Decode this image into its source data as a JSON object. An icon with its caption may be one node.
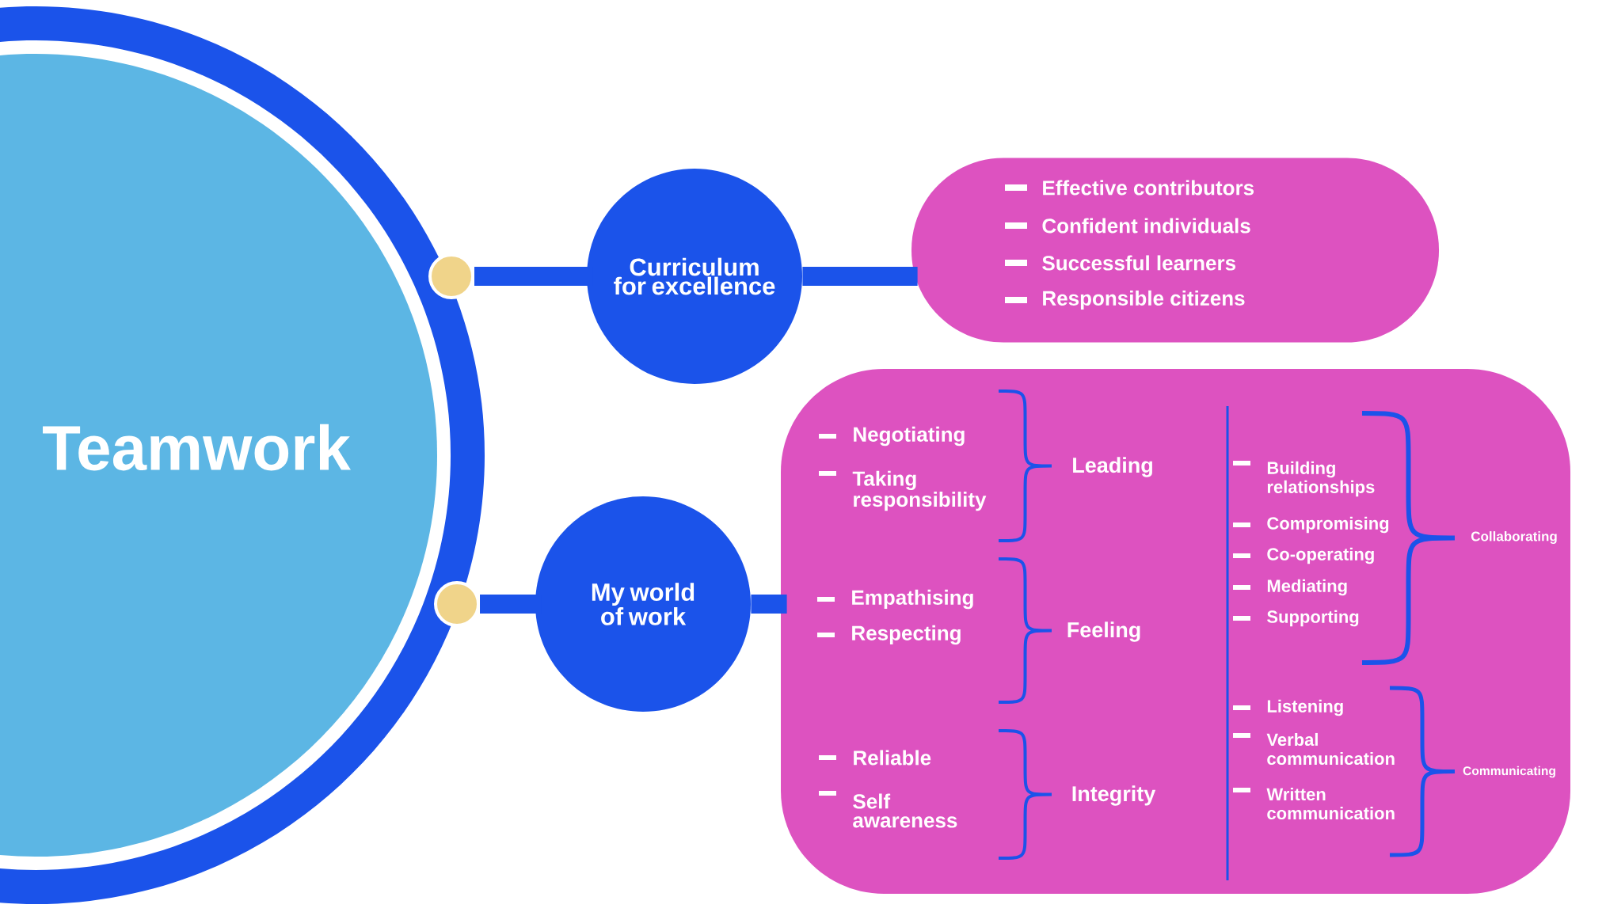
{
  "diagram": {
    "nodes": [
      {
        "text": [
          "Teamwork"
        ]
      },
      {
        "text": [],
        "shape": "circle"
      },
      {
        "text": [
          "Curriculum for excellence"
        ]
      },
      {
        "text": [
          "Effective contributors",
          "Confident individuals",
          "Successful learners",
          "Responsible citizens"
        ]
      },
      {
        "text": [],
        "shape": "circle"
      },
      {
        "text": [
          "My world of work"
        ]
      },
      {
        "text": [
          "Negotiating",
          "Taking responsibility",
          "Leading",
          "Empathising",
          "Respecting",
          "Feeling",
          "Reliable",
          "Self awareness",
          "Integrity",
          "Building relationships",
          "Compromising",
          "Co-operating",
          "Mediating",
          "Supporting",
          "Collaborating",
          "Listening",
          "Verbal communication",
          "Written communication",
          "Communicating"
        ]
      }
    ],
    "edges": [
      {
        "from": 1,
        "to": 2,
        "arrow": "none"
      },
      {
        "from": 2,
        "to": 3,
        "arrow": "none"
      },
      {
        "from": 4,
        "to": 5,
        "arrow": "none"
      },
      {
        "from": 5,
        "to": 6,
        "arrow": "none"
      }
    ]
  }
}
